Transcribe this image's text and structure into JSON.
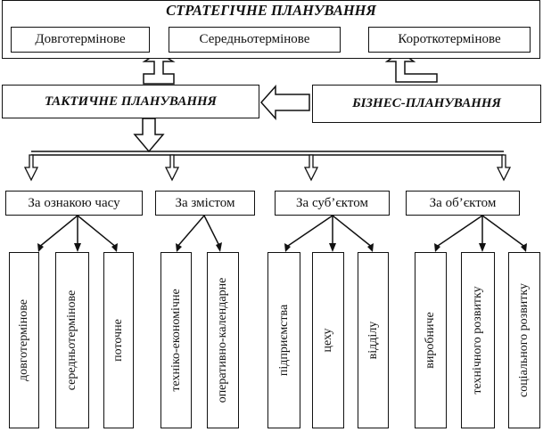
{
  "strategic": {
    "title": "СТРАТЕГІЧНЕ ПЛАНУВАННЯ",
    "items": [
      "Довготермінове",
      "Середньотермінове",
      "Короткотермінове"
    ]
  },
  "tactical": {
    "title": "ТАКТИЧНЕ ПЛАНУВАННЯ"
  },
  "business": {
    "title": "БІЗНЕС-ПЛАНУВАННЯ"
  },
  "groups": [
    {
      "label": "За ознакою часу",
      "items": [
        "довготермінове",
        "середньотермінове",
        "поточне"
      ]
    },
    {
      "label": "За змістом",
      "items": [
        "техніко-економічне",
        "оперативно-календарне"
      ]
    },
    {
      "label": "За суб’єктом",
      "items": [
        "підприємства",
        "цеху",
        "відділу"
      ]
    },
    {
      "label": "За об’єктом",
      "items": [
        "виробниче",
        "технічного розвитку",
        "соціального розвитку"
      ]
    }
  ]
}
